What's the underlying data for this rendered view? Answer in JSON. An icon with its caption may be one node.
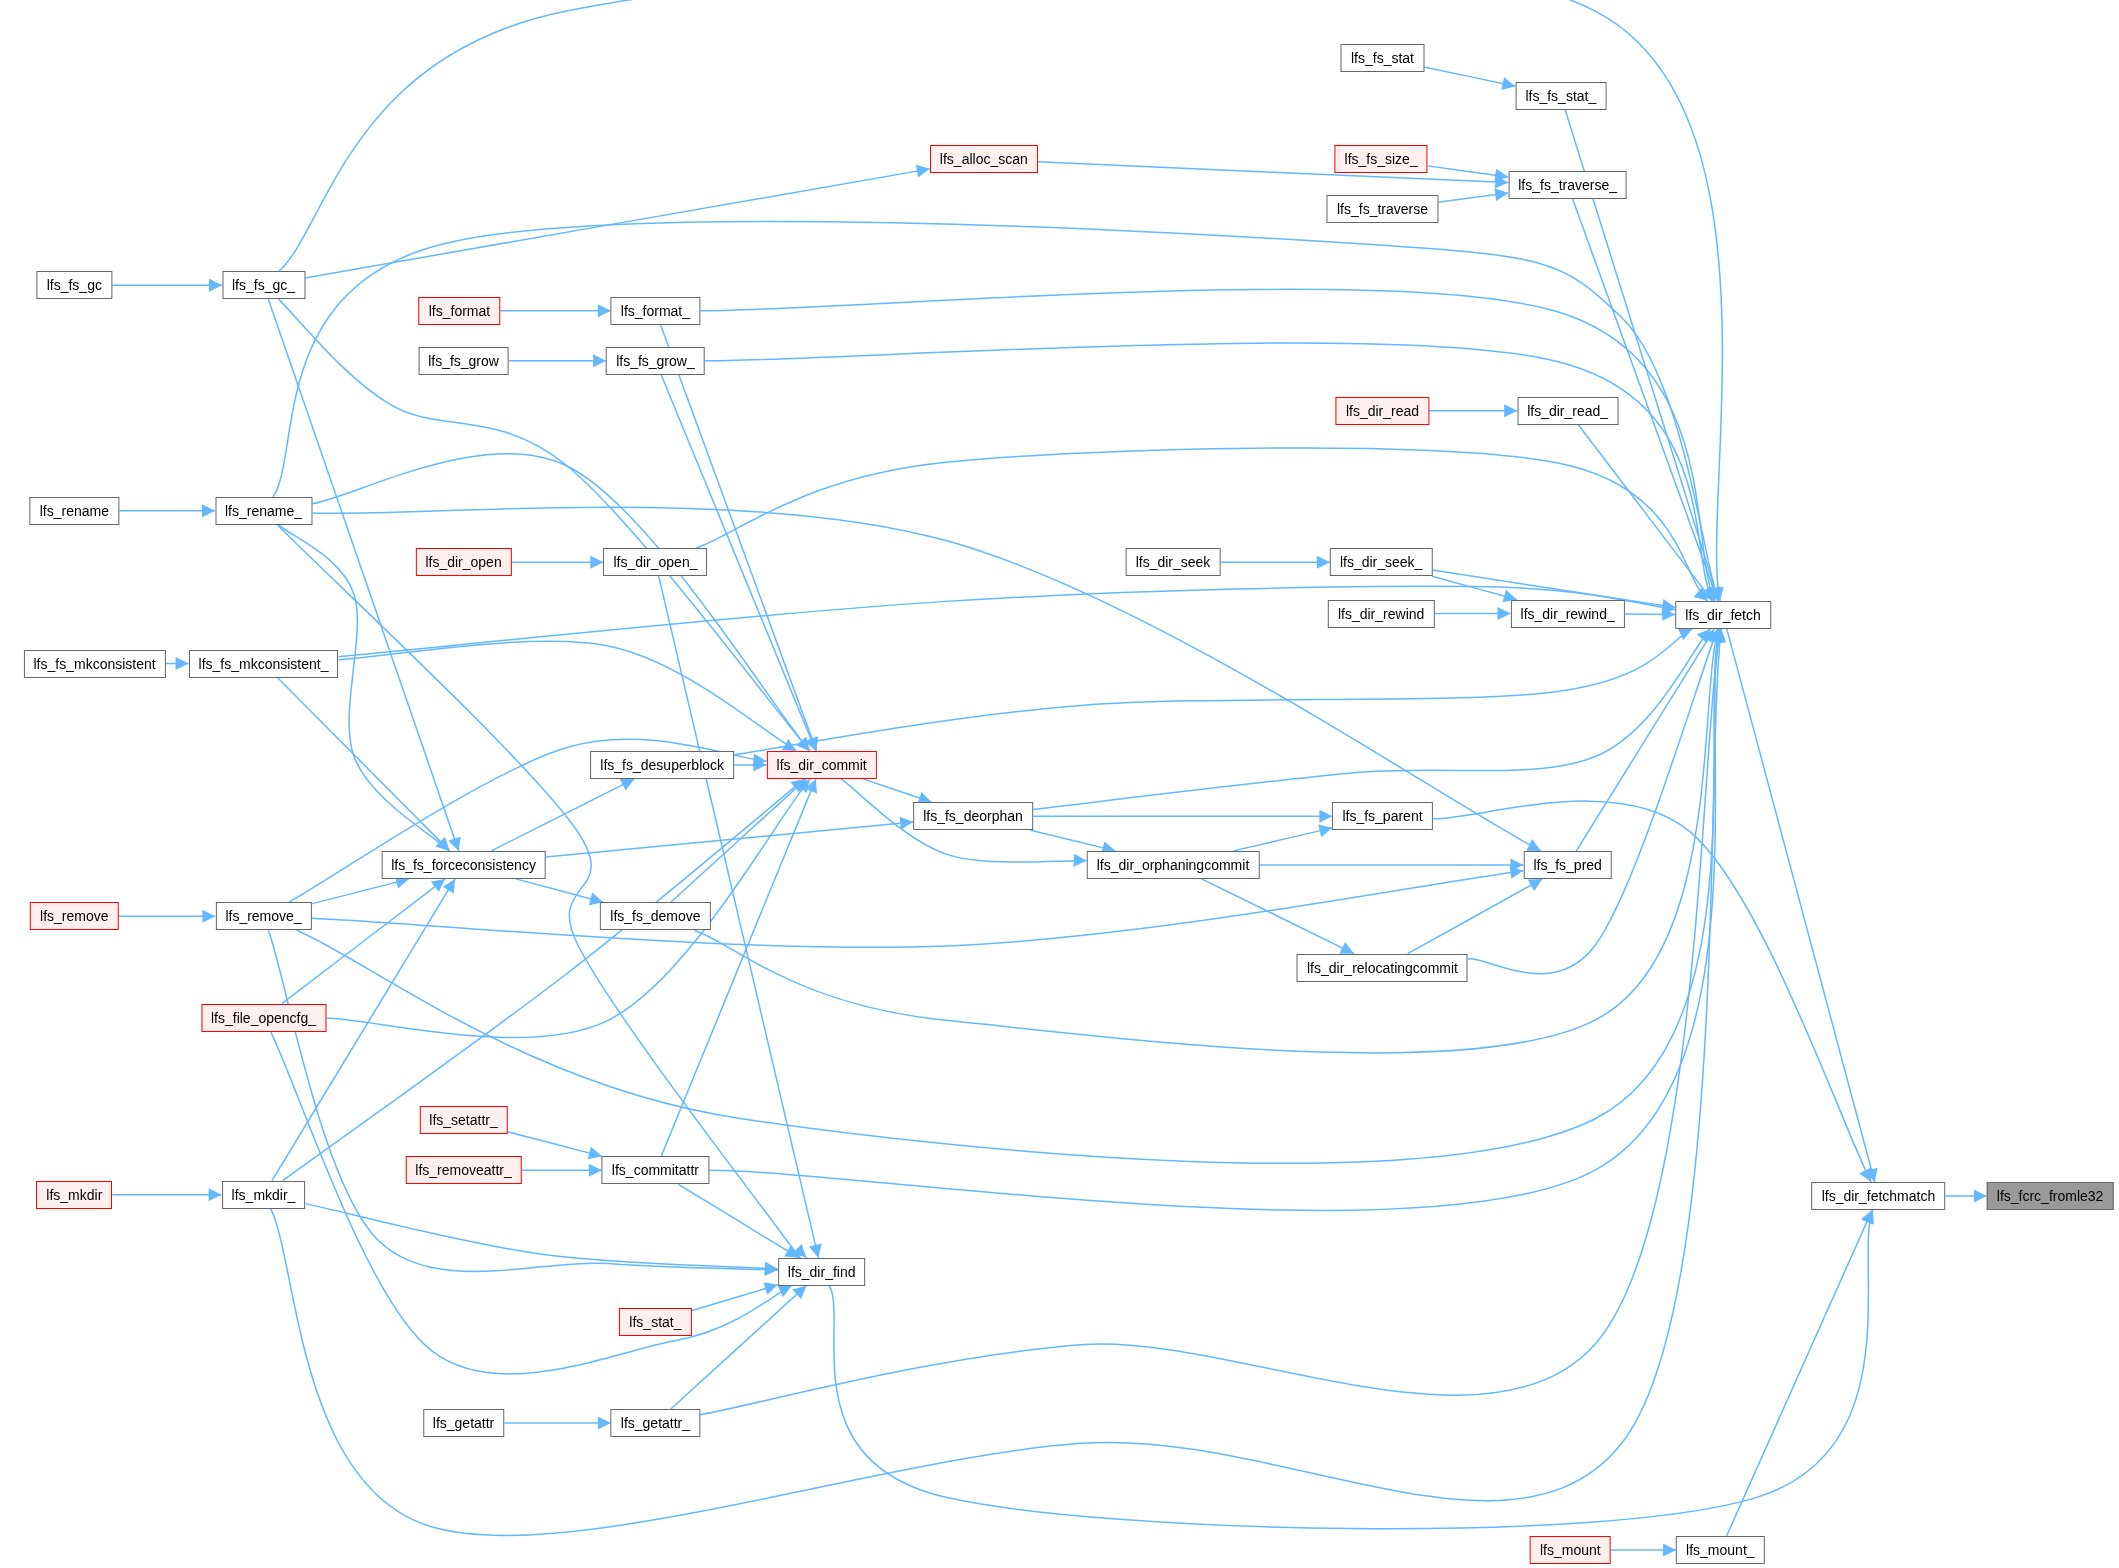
{
  "diagram": {
    "nodes": [
      {
        "text": [
          "lfs_fs_stat"
        ]
      },
      {
        "text": [
          "lfs_fs_stat_"
        ]
      },
      {
        "text": [
          "lfs_alloc_scan"
        ]
      },
      {
        "text": [
          "lfs_fs_size_"
        ]
      },
      {
        "text": [
          "lfs_fs_traverse_"
        ]
      },
      {
        "text": [
          "lfs_fs_traverse"
        ]
      },
      {
        "text": [
          "lfs_fs_gc"
        ]
      },
      {
        "text": [
          "lfs_fs_gc_"
        ]
      },
      {
        "text": [
          "lfs_format"
        ]
      },
      {
        "text": [
          "lfs_format_"
        ]
      },
      {
        "text": [
          "lfs_fs_grow"
        ]
      },
      {
        "text": [
          "lfs_fs_grow_"
        ]
      },
      {
        "text": [
          "lfs_dir_read"
        ]
      },
      {
        "text": [
          "lfs_dir_read_"
        ]
      },
      {
        "text": [
          "lfs_rename"
        ]
      },
      {
        "text": [
          "lfs_rename_"
        ]
      },
      {
        "text": [
          "lfs_dir_open"
        ]
      },
      {
        "text": [
          "lfs_dir_open_"
        ]
      },
      {
        "text": [
          "lfs_dir_seek"
        ]
      },
      {
        "text": [
          "lfs_dir_seek_"
        ]
      },
      {
        "text": [
          "lfs_dir_fetch"
        ]
      },
      {
        "text": [
          "lfs_dir_rewind"
        ]
      },
      {
        "text": [
          "lfs_dir_rewind_"
        ]
      },
      {
        "text": [
          "lfs_fs_mkconsistent"
        ]
      },
      {
        "text": [
          "lfs_fs_mkconsistent_"
        ]
      },
      {
        "text": [
          "lfs_fs_desuperblock"
        ]
      },
      {
        "text": [
          "lfs_dir_commit"
        ]
      },
      {
        "text": [
          "lfs_fs_deorphan"
        ]
      },
      {
        "text": [
          "lfs_fs_parent"
        ]
      },
      {
        "text": [
          "lfs_fs_forceconsistency"
        ]
      },
      {
        "text": [
          "lfs_dir_orphaningcommit"
        ]
      },
      {
        "text": [
          "lfs_fs_pred"
        ]
      },
      {
        "text": [
          "lfs_remove"
        ]
      },
      {
        "text": [
          "lfs_remove_"
        ]
      },
      {
        "text": [
          "lfs_fs_demove"
        ]
      },
      {
        "text": [
          "lfs_dir_relocatingcommit"
        ]
      },
      {
        "text": [
          "lfs_file_opencfg_"
        ]
      },
      {
        "text": [
          "lfs_setattr_"
        ]
      },
      {
        "text": [
          "lfs_removeattr_"
        ]
      },
      {
        "text": [
          "lfs_commitattr"
        ]
      },
      {
        "text": [
          "lfs_mkdir"
        ]
      },
      {
        "text": [
          "lfs_mkdir_"
        ]
      },
      {
        "text": [
          "lfs_dir_fetchmatch"
        ]
      },
      {
        "text": [
          "lfs_fcrc_fromle32"
        ]
      },
      {
        "text": [
          "lfs_dir_find"
        ]
      },
      {
        "text": [
          "lfs_stat_"
        ]
      },
      {
        "text": [
          "lfs_getattr"
        ]
      },
      {
        "text": [
          "lfs_getattr_"
        ]
      },
      {
        "text": [
          "lfs_mount"
        ]
      },
      {
        "text": [
          "lfs_mount_"
        ]
      }
    ],
    "edges": [
      {
        "from": 42,
        "to": 43,
        "arrow": "to"
      },
      {
        "from": 20,
        "to": 42,
        "arrow": "to"
      },
      {
        "from": 49,
        "to": 42,
        "arrow": "to"
      },
      {
        "from": 28,
        "to": 42,
        "arrow": "to"
      },
      {
        "from": 44,
        "to": 42,
        "arrow": "to"
      },
      {
        "from": 0,
        "to": 1,
        "arrow": "to"
      },
      {
        "from": 1,
        "to": 20,
        "arrow": "to"
      },
      {
        "from": 2,
        "to": 4,
        "arrow": "to"
      },
      {
        "from": 7,
        "to": 2,
        "arrow": "to"
      },
      {
        "from": 3,
        "to": 4,
        "arrow": "to"
      },
      {
        "from": 5,
        "to": 4,
        "arrow": "to"
      },
      {
        "from": 4,
        "to": 20,
        "arrow": "to"
      },
      {
        "from": 7,
        "to": 20,
        "arrow": "to"
      },
      {
        "from": 6,
        "to": 7,
        "arrow": "to"
      },
      {
        "from": 8,
        "to": 9,
        "arrow": "to"
      },
      {
        "from": 9,
        "to": 20,
        "arrow": "to"
      },
      {
        "from": 10,
        "to": 11,
        "arrow": "to"
      },
      {
        "from": 11,
        "to": 20,
        "arrow": "to"
      },
      {
        "from": 12,
        "to": 13,
        "arrow": "to"
      },
      {
        "from": 13,
        "to": 20,
        "arrow": "to"
      },
      {
        "from": 15,
        "to": 20,
        "arrow": "to"
      },
      {
        "from": 14,
        "to": 15,
        "arrow": "to"
      },
      {
        "from": 16,
        "to": 17,
        "arrow": "to"
      },
      {
        "from": 17,
        "to": 20,
        "arrow": "to"
      },
      {
        "from": 18,
        "to": 19,
        "arrow": "to"
      },
      {
        "from": 19,
        "to": 20,
        "arrow": "to"
      },
      {
        "from": 21,
        "to": 22,
        "arrow": "to"
      },
      {
        "from": 19,
        "to": 22,
        "arrow": "to"
      },
      {
        "from": 22,
        "to": 20,
        "arrow": "to"
      },
      {
        "from": 23,
        "to": 24,
        "arrow": "to"
      },
      {
        "from": 24,
        "to": 20,
        "arrow": "to"
      },
      {
        "from": 25,
        "to": 20,
        "arrow": "to"
      },
      {
        "from": 27,
        "to": 20,
        "arrow": "to"
      },
      {
        "from": 31,
        "to": 20,
        "arrow": "to"
      },
      {
        "from": 35,
        "to": 20,
        "arrow": "to"
      },
      {
        "from": 34,
        "to": 20,
        "arrow": "to"
      },
      {
        "from": 33,
        "to": 20,
        "arrow": "to"
      },
      {
        "from": 39,
        "to": 20,
        "arrow": "to"
      },
      {
        "from": 47,
        "to": 20,
        "arrow": "to"
      },
      {
        "from": 41,
        "to": 20,
        "arrow": "to"
      },
      {
        "from": 25,
        "to": 26,
        "arrow": "to"
      },
      {
        "from": 26,
        "to": 27,
        "arrow": "to"
      },
      {
        "from": 29,
        "to": 27,
        "arrow": "to"
      },
      {
        "from": 29,
        "to": 25,
        "arrow": "to"
      },
      {
        "from": 29,
        "to": 34,
        "arrow": "to"
      },
      {
        "from": 27,
        "to": 28,
        "arrow": "to"
      },
      {
        "from": 27,
        "to": 30,
        "arrow": "to"
      },
      {
        "from": 26,
        "to": 30,
        "arrow": "to"
      },
      {
        "from": 30,
        "to": 28,
        "arrow": "to"
      },
      {
        "from": 30,
        "to": 31,
        "arrow": "to"
      },
      {
        "from": 30,
        "to": 35,
        "arrow": "to"
      },
      {
        "from": 35,
        "to": 31,
        "arrow": "to"
      },
      {
        "from": 33,
        "to": 31,
        "arrow": "to"
      },
      {
        "from": 15,
        "to": 31,
        "arrow": "to"
      },
      {
        "from": 7,
        "to": 29,
        "arrow": "to"
      },
      {
        "from": 15,
        "to": 29,
        "arrow": "to"
      },
      {
        "from": 24,
        "to": 29,
        "arrow": "to"
      },
      {
        "from": 33,
        "to": 29,
        "arrow": "to"
      },
      {
        "from": 36,
        "to": 29,
        "arrow": "to"
      },
      {
        "from": 41,
        "to": 29,
        "arrow": "to"
      },
      {
        "from": 7,
        "to": 26,
        "arrow": "to"
      },
      {
        "from": 9,
        "to": 26,
        "arrow": "to"
      },
      {
        "from": 11,
        "to": 26,
        "arrow": "to"
      },
      {
        "from": 15,
        "to": 26,
        "arrow": "to"
      },
      {
        "from": 24,
        "to": 26,
        "arrow": "to"
      },
      {
        "from": 33,
        "to": 26,
        "arrow": "to"
      },
      {
        "from": 34,
        "to": 26,
        "arrow": "to"
      },
      {
        "from": 36,
        "to": 26,
        "arrow": "to"
      },
      {
        "from": 41,
        "to": 26,
        "arrow": "to"
      },
      {
        "from": 39,
        "to": 26,
        "arrow": "to"
      },
      {
        "from": 17,
        "to": 44,
        "arrow": "to"
      },
      {
        "from": 15,
        "to": 44,
        "arrow": "to"
      },
      {
        "from": 33,
        "to": 44,
        "arrow": "to"
      },
      {
        "from": 41,
        "to": 44,
        "arrow": "to"
      },
      {
        "from": 39,
        "to": 44,
        "arrow": "to"
      },
      {
        "from": 45,
        "to": 44,
        "arrow": "to"
      },
      {
        "from": 36,
        "to": 44,
        "arrow": "to"
      },
      {
        "from": 47,
        "to": 44,
        "arrow": "to"
      },
      {
        "from": 37,
        "to": 39,
        "arrow": "to"
      },
      {
        "from": 38,
        "to": 39,
        "arrow": "to"
      },
      {
        "from": 40,
        "to": 41,
        "arrow": "to"
      },
      {
        "from": 32,
        "to": 33,
        "arrow": "to"
      },
      {
        "from": 46,
        "to": 47,
        "arrow": "to"
      },
      {
        "from": 48,
        "to": 49,
        "arrow": "to"
      }
    ]
  }
}
